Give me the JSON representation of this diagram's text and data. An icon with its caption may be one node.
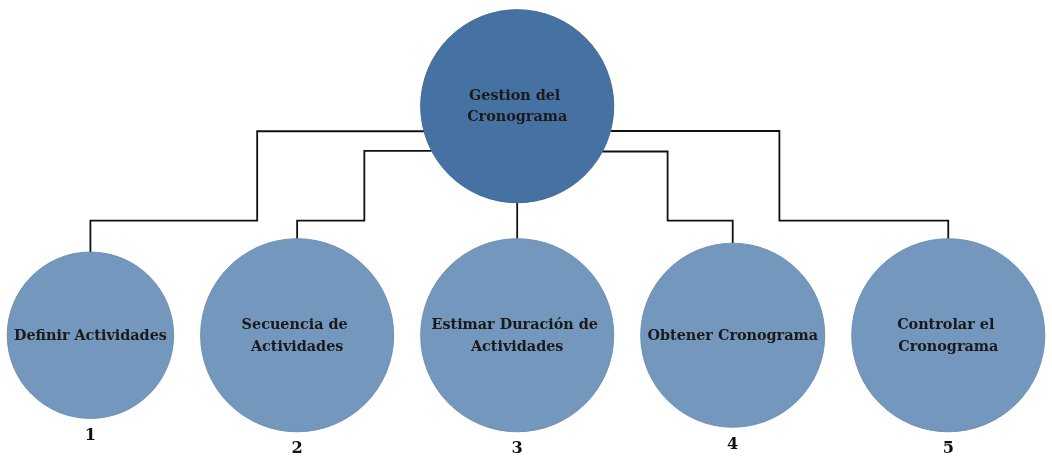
{
  "diagram": {
    "nodes": [
      {
        "text": [
          "Gestion del Cronograma"
        ]
      },
      {
        "text": [
          "Definir Actividades"
        ],
        "beside": [
          "1"
        ]
      },
      {
        "text": [
          "Secuencia de Actividades"
        ],
        "beside": [
          "2"
        ]
      },
      {
        "text": [
          "Estimar Duración de Actividades"
        ],
        "beside": [
          "3"
        ]
      },
      {
        "text": [
          "Obtener Cronograma"
        ],
        "beside": [
          "4"
        ]
      },
      {
        "text": [
          "Controlar el Cronograma"
        ],
        "beside": [
          "5"
        ]
      }
    ],
    "edges": [
      {
        "from": 0,
        "to": 1,
        "arrow": "none"
      },
      {
        "from": 0,
        "to": 2,
        "arrow": "none"
      },
      {
        "from": 0,
        "to": 3,
        "arrow": "none"
      },
      {
        "from": 0,
        "to": 4,
        "arrow": "none"
      },
      {
        "from": 0,
        "to": 5,
        "arrow": "none"
      }
    ]
  }
}
